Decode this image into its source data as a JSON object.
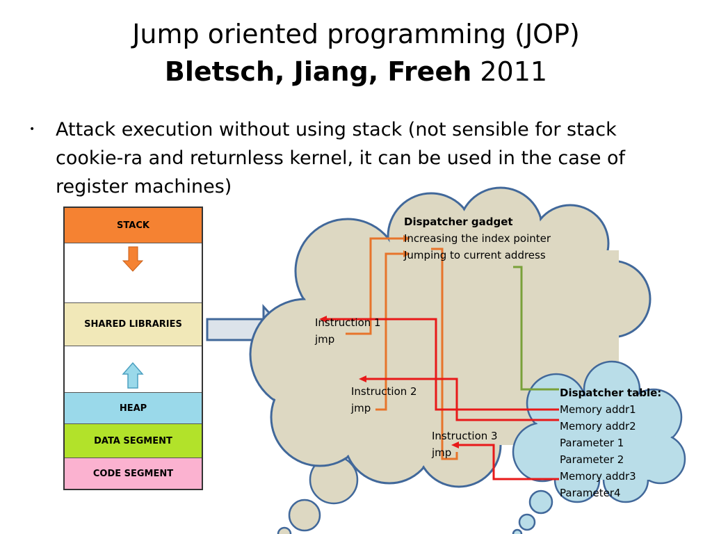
{
  "title": {
    "line1": "Jump oriented programming (JOP)",
    "authors": "Bletsch, Jiang, Freeh",
    "year": "2011"
  },
  "bullet": "Attack execution without using stack (not sensible for stack cookie-ra and returnless kernel, it can be used in the case of register machines)",
  "memory": {
    "stack": "STACK",
    "shared_libraries": "SHARED LIBRARIES",
    "heap": "HEAP",
    "data_segment": "DATA SEGMENT",
    "code_segment": "CODE SEGMENT",
    "colors": {
      "stack": "#f58232",
      "shared_libraries": "#f1e8b8",
      "heap": "#9ad9ea",
      "data_segment": "#b2e22a",
      "code_segment": "#fbb2d0"
    }
  },
  "dispatcher_gadget": {
    "title": "Dispatcher gadget",
    "line1": "Increasing the index pointer",
    "line2": "Jumping to current address"
  },
  "instructions": [
    {
      "name": "Instruction 1",
      "op": "jmp"
    },
    {
      "name": "Instruction 2",
      "op": "jmp"
    },
    {
      "name": "Instruction 3",
      "op": "jmp"
    }
  ],
  "dispatcher_table": {
    "title": "Dispatcher table:",
    "entries": [
      "Memory addr1",
      "Memory addr2",
      "Parameter 1",
      "Parameter 2",
      "Memory addr3",
      "Parameter4"
    ]
  },
  "colors": {
    "cloud_fill": "#ddd8c2",
    "cloud_stroke": "#41689a",
    "table_fill": "#b9dde8",
    "orange": "#e7742b",
    "red": "#e81919",
    "green": "#79a13a"
  }
}
